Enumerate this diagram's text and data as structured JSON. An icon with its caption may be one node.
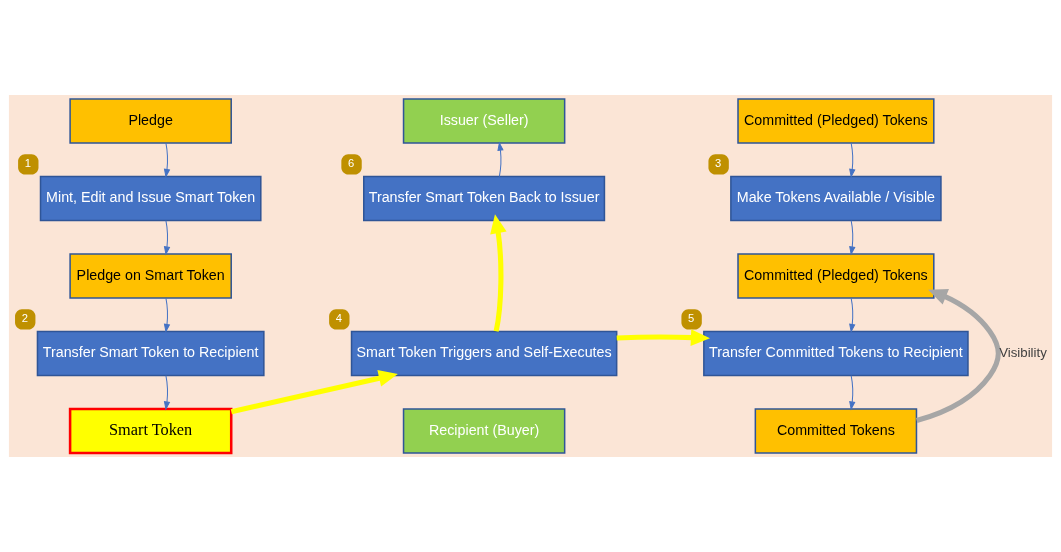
{
  "diagram": {
    "nodes": [
      {
        "text": [
          "Pledge"
        ]
      },
      {
        "text": [
          "Issuer (Seller)"
        ]
      },
      {
        "text": [
          "Committed (Pledged) Tokens"
        ]
      },
      {
        "text": [
          "Mint, Edit and Issue Smart Token"
        ],
        "beside": [
          "1"
        ]
      },
      {
        "text": [
          "Transfer Smart Token Back to Issuer"
        ],
        "beside": [
          "6"
        ]
      },
      {
        "text": [
          "Make Tokens Available / Visible"
        ],
        "beside": [
          "3"
        ]
      },
      {
        "text": [
          "Pledge on Smart Token"
        ]
      },
      {
        "text": [
          "Committed (Pledged) Tokens"
        ]
      },
      {
        "text": [
          "Transfer Smart Token to Recipient"
        ],
        "beside": [
          "2"
        ]
      },
      {
        "text": [
          "Smart Token Triggers and Self-Executes"
        ],
        "beside": [
          "4"
        ]
      },
      {
        "text": [
          "Transfer Committed Tokens to Recipient"
        ],
        "beside": [
          "5"
        ]
      },
      {
        "text": [
          "Smart Token"
        ]
      },
      {
        "text": [
          "Recipient (Buyer)"
        ]
      },
      {
        "text": [
          "Committed Tokens"
        ]
      }
    ],
    "edges": [
      {
        "from": 0,
        "to": 3,
        "arrow": "to"
      },
      {
        "from": 3,
        "to": 6,
        "arrow": "to"
      },
      {
        "from": 6,
        "to": 8,
        "arrow": "to"
      },
      {
        "from": 8,
        "to": 11,
        "arrow": "to"
      },
      {
        "from": 11,
        "to": 9,
        "arrow": "to",
        "style": "thick",
        "color": "#ffff00"
      },
      {
        "from": 9,
        "to": 10,
        "arrow": "to",
        "style": "thick",
        "color": "#ffff00"
      },
      {
        "from": 9,
        "to": 4,
        "arrow": "to",
        "style": "thick",
        "color": "#ffff00"
      },
      {
        "from": 4,
        "to": 1,
        "arrow": "to"
      },
      {
        "from": 2,
        "to": 5,
        "arrow": "to"
      },
      {
        "from": 5,
        "to": 7,
        "arrow": "to"
      },
      {
        "from": 7,
        "to": 10,
        "arrow": "to"
      },
      {
        "from": 10,
        "to": 13,
        "arrow": "to"
      },
      {
        "from": 13,
        "to": 7,
        "arrow": "to",
        "label": "Visibility",
        "style": "thick",
        "color": "#a6a6a6"
      }
    ]
  }
}
